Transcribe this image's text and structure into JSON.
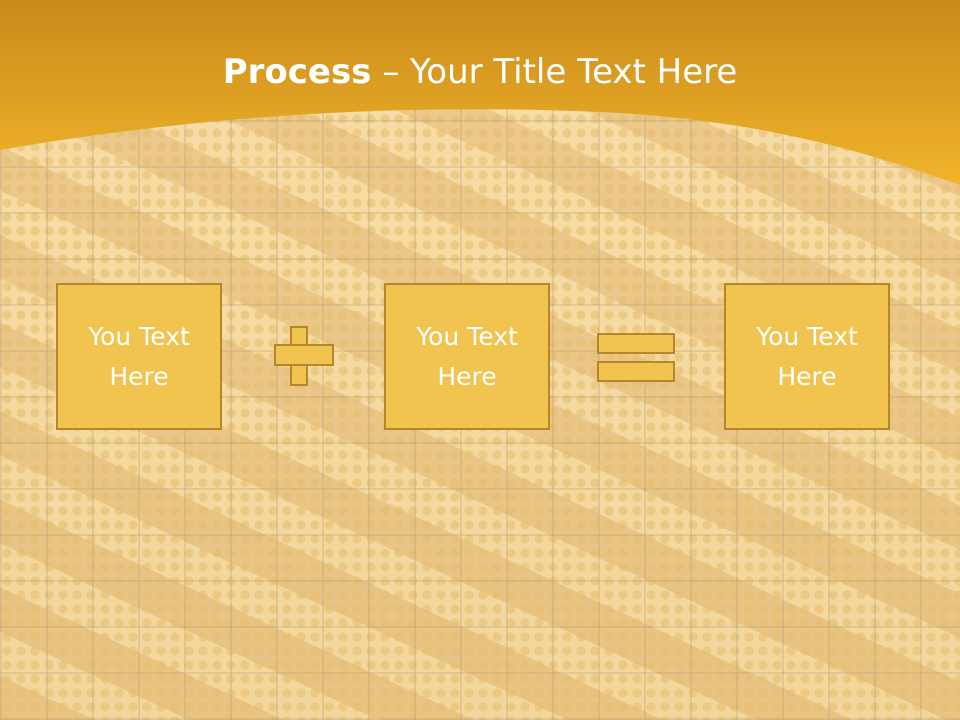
{
  "slide": {
    "title_bold": "Process",
    "title_rest": " – Your Title Text Here",
    "boxes": [
      {
        "text": "You Text Here"
      },
      {
        "text": "You Text Here"
      },
      {
        "text": "You Text Here"
      }
    ],
    "operators": [
      "plus-icon",
      "equals-icon"
    ]
  },
  "colors": {
    "header": "#e8a41f",
    "box_fill": "#f1c34f",
    "box_border": "#b8862a",
    "text": "#ffffff"
  }
}
